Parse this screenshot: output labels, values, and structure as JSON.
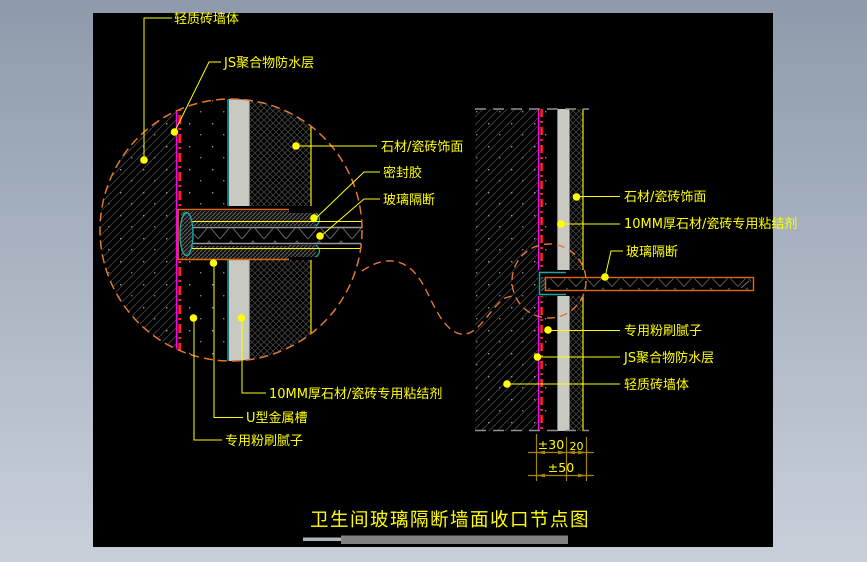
{
  "title": {
    "text": "卫生间玻璃隔断墙面收口节点图"
  },
  "detail": {
    "name": "magnified-detail-circle",
    "labels": {
      "brick": "轻质砖墙体",
      "waterproof": "JS聚合物防水层",
      "tile": "石材/瓷砖饰面",
      "sealant": "密封胶",
      "glass": "玻璃隔断",
      "adhesive": "10MM厚石材/瓷砖专用粘结剂",
      "channel": "U型金属槽",
      "putty": "专用粉刷腻子"
    }
  },
  "section": {
    "name": "wall-section-view",
    "labels": {
      "tile": "石材/瓷砖饰面",
      "adhesive": "10MM厚石材/瓷砖专用粘结剂",
      "glass": "玻璃隔断",
      "putty": "专用粉刷腻子",
      "waterproof": "JS聚合物防水层",
      "brick": "轻质砖墙体"
    },
    "dimensions": {
      "seg1": "±30",
      "seg2": "20",
      "total": "±50"
    }
  },
  "colors": {
    "canvas": "#000000",
    "frame_top": "#8e9aab",
    "frame_bottom": "#c9d0da",
    "label_yellow": "#ffff00",
    "callout_orange": "#e07830",
    "channel_orange": "#e06810",
    "putty_magenta": "#ff00ff",
    "waterproof_red": "#ff2020",
    "adhesive_teal": "#1fa3a3",
    "adhesive_gray": "#c9c9c2",
    "dimension_olive": "#a58600"
  }
}
